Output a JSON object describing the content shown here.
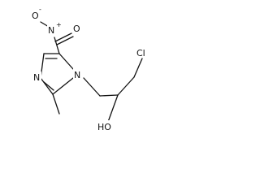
{
  "molecule": {
    "atoms": {
      "oxide_o": "O",
      "oxide_charge": "-",
      "nitro_n": "N",
      "nitro_charge": "+",
      "nitro_o": "O",
      "ring_n3": "N",
      "ring_n1": "N",
      "chloro": "Cl",
      "hydroxyl": "HO"
    },
    "colors": {
      "ink": "#111111",
      "background": "#ffffff"
    }
  }
}
